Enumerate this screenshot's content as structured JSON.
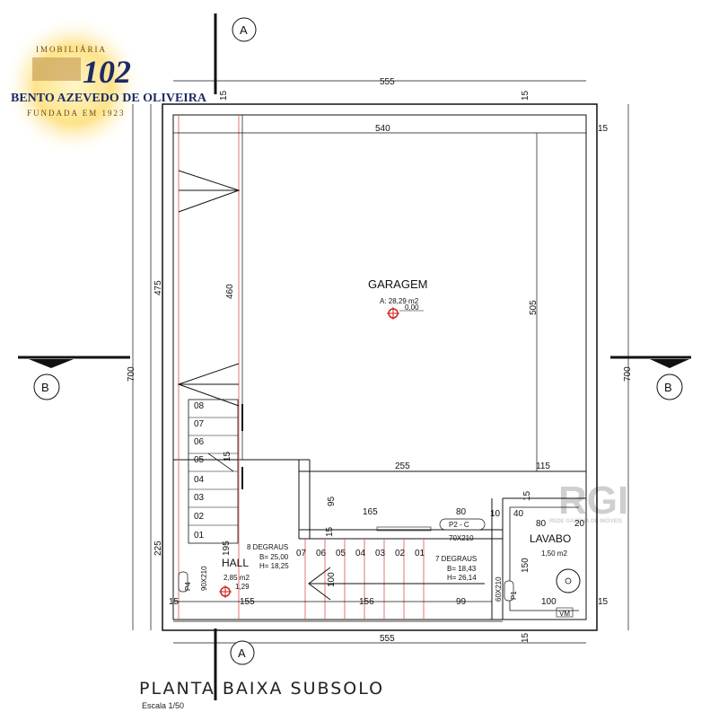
{
  "title": "PLANTA BAIXA SUBSOLO",
  "scale": "Escala 1/50",
  "logo": {
    "top": "IMOBILIÁRIA",
    "number": "102",
    "name": "BENTO AZEVEDO DE OLIVEIRA",
    "founded": "FUNDADA EM 1923"
  },
  "watermark": {
    "text": "RGI",
    "sub": "REDE GAÚCHA DE IMÓVEIS"
  },
  "sections": {
    "a": "A",
    "b": "B"
  },
  "rooms": {
    "garagem": {
      "name": "GARAGEM",
      "area": "A: 28,29 m2",
      "level": "0,00"
    },
    "hall": {
      "name": "HALL",
      "area": "2,85 m2",
      "level": "1,29"
    },
    "lavabo": {
      "name": "LAVABO",
      "area": "1,50 m2"
    }
  },
  "stairs": {
    "upper": {
      "name": "8 DEGRAUS",
      "b": "B= 25,00",
      "h": "H= 18,25"
    },
    "lower": {
      "name": "7 DEGRAUS",
      "b": "B= 18,43",
      "h": "H= 26,14"
    },
    "vertical_steps": [
      "08",
      "07",
      "06",
      "05",
      "04",
      "03",
      "02",
      "01"
    ],
    "horizontal_steps": [
      "07",
      "06",
      "05",
      "04",
      "03",
      "02",
      "01"
    ]
  },
  "doors": {
    "p2": "P2 - C",
    "p2_size": "70X210",
    "p1": "P1",
    "p1_size": "60X210",
    "p4": "P4",
    "p4_size": "90X210"
  },
  "fixture": "VM",
  "dimensions": {
    "top_outer": "555",
    "top_inner": "540",
    "bottom_outer": "555",
    "left_total": "700",
    "right_total": "700",
    "left_upper": "475",
    "left_lower": "225",
    "ramp": "460",
    "garage_height": "505",
    "wall": "15",
    "d255": "255",
    "d115": "115",
    "d165": "165",
    "d80": "80",
    "d95": "95",
    "d40": "40",
    "d10": "10",
    "d20": "20",
    "d150": "150",
    "d195": "195",
    "d100": "100",
    "d155": "155",
    "d156": "156",
    "d99": "99",
    "d100b": "100"
  }
}
